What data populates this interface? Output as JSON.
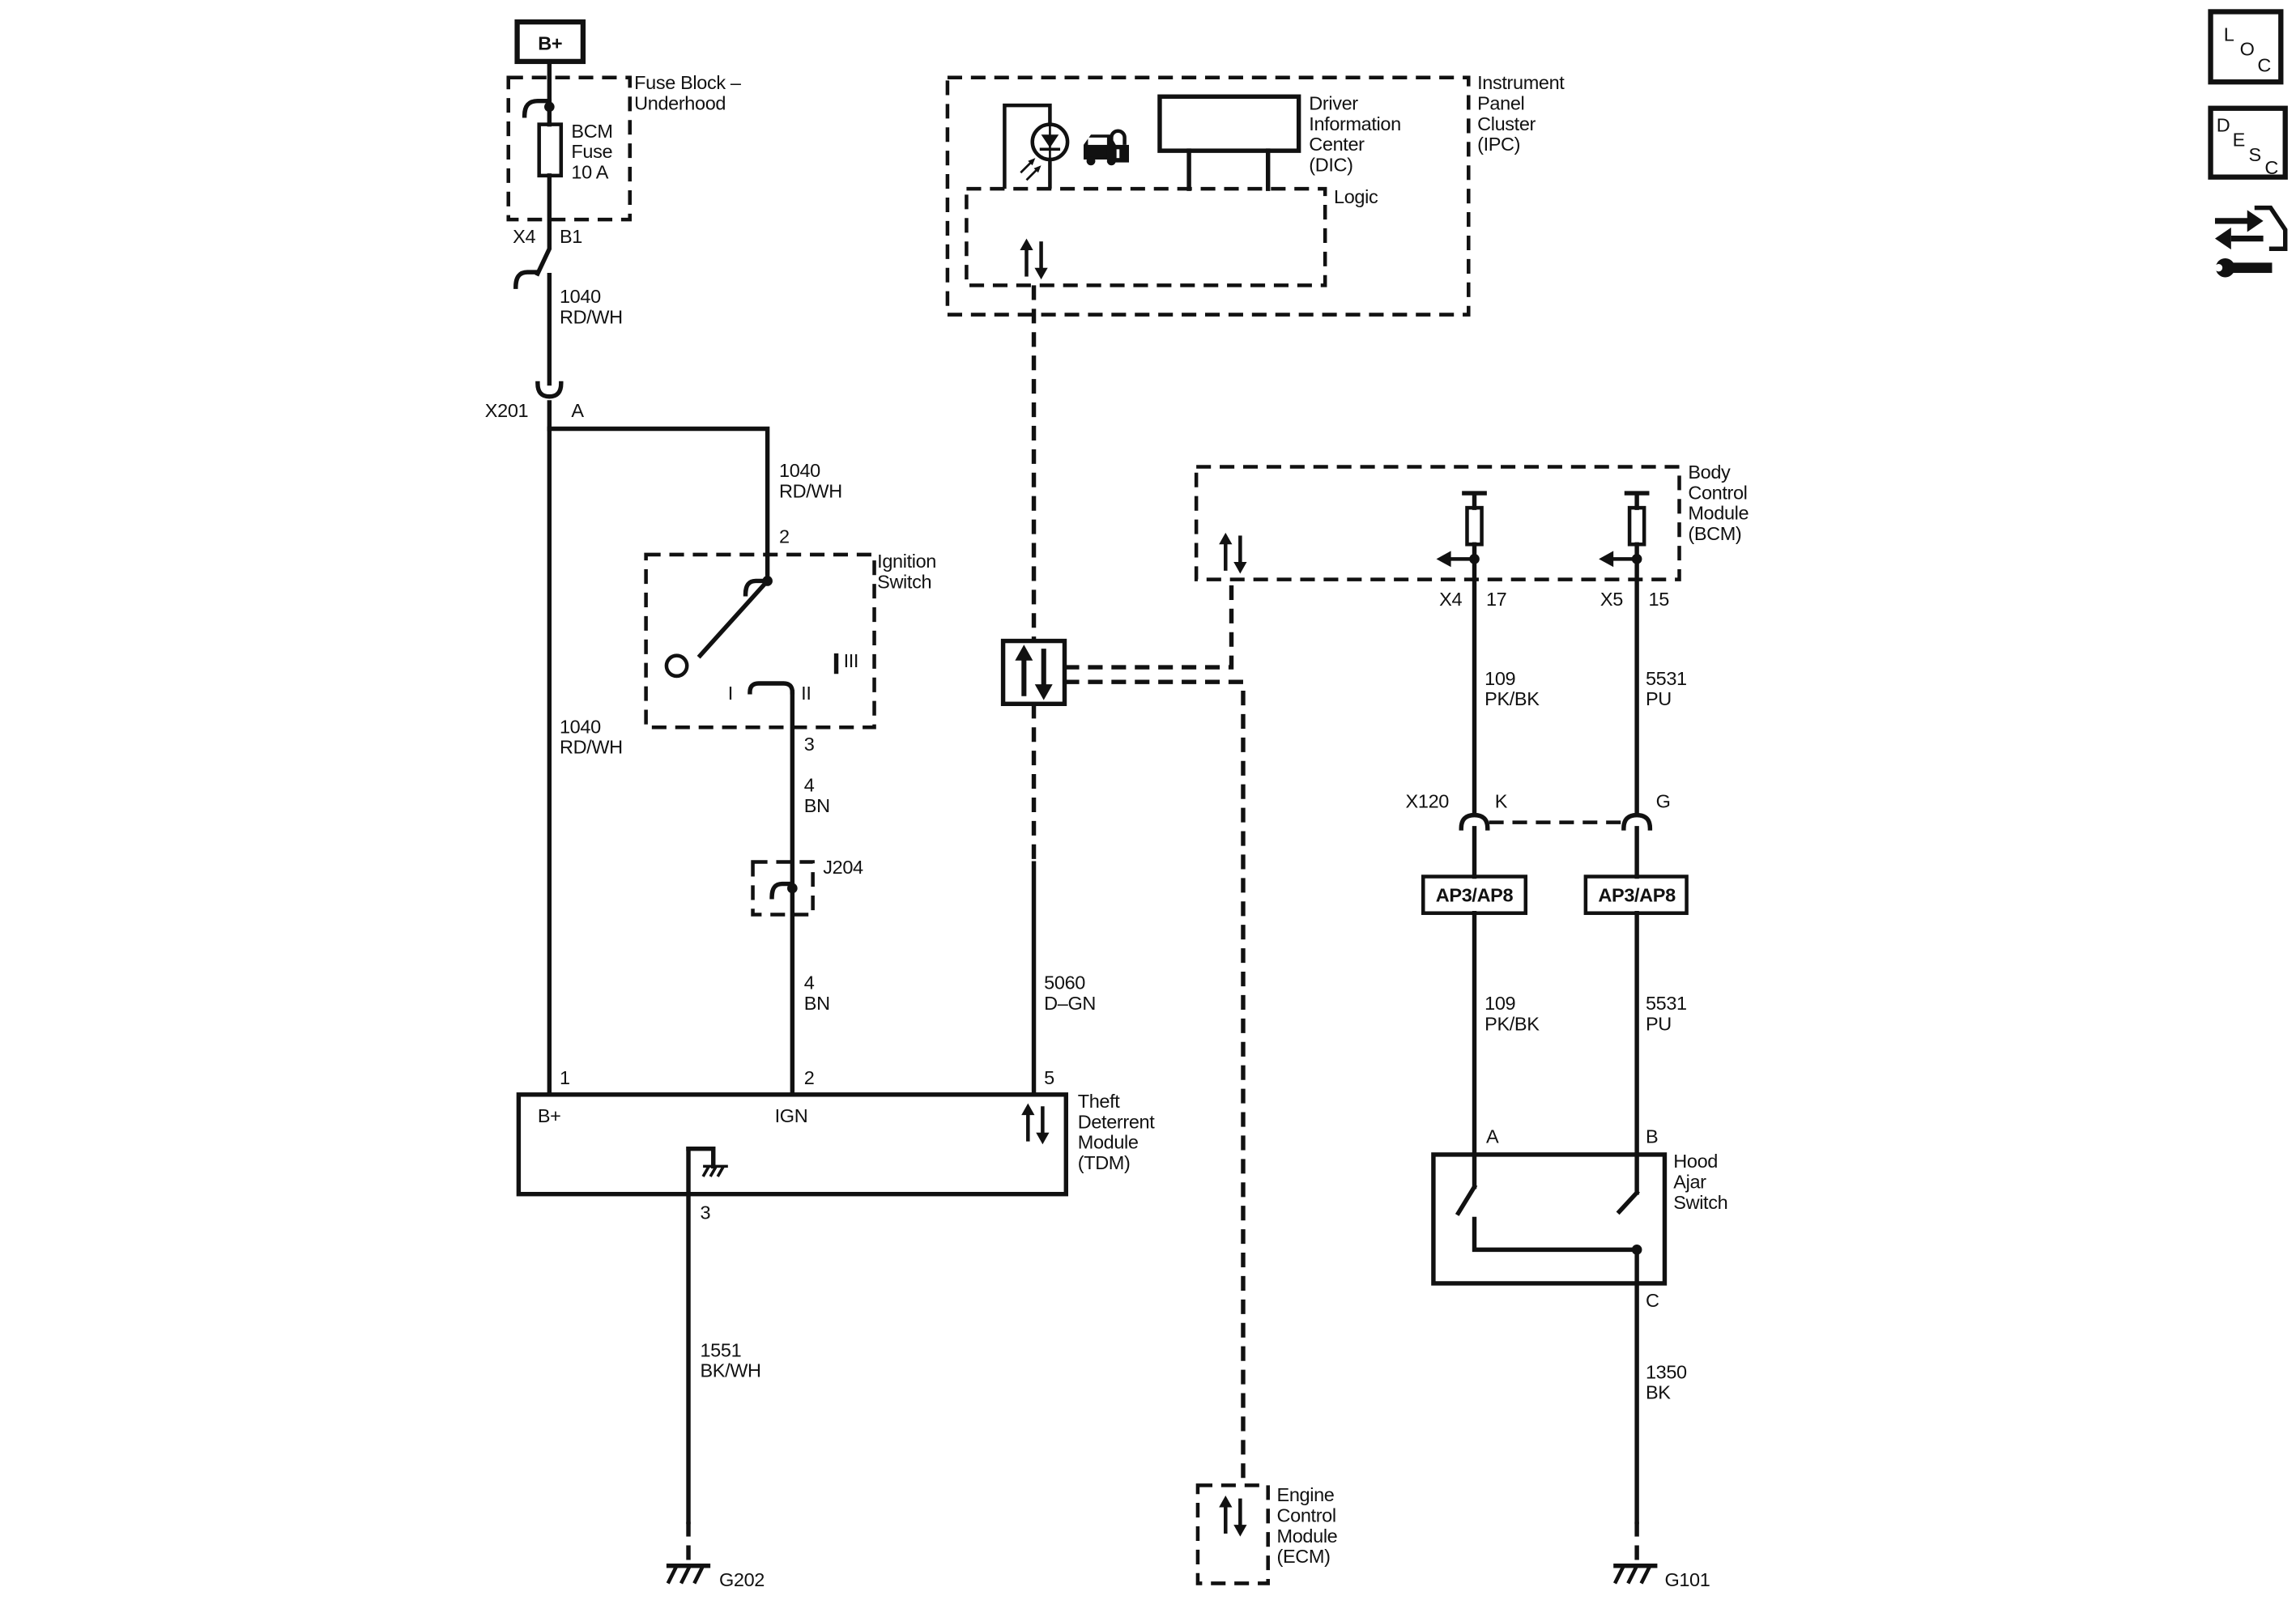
{
  "power": {
    "label": "B+"
  },
  "fuse_block": {
    "title": [
      "Fuse Block –",
      "Underhood"
    ],
    "fuse": [
      "BCM",
      "Fuse",
      "10 A"
    ]
  },
  "x4_b1": {
    "connector": "X4",
    "pin": "B1"
  },
  "x201": {
    "connector": "X201",
    "pin": "A"
  },
  "circuits": {
    "c1040_upper": {
      "number": "1040",
      "color": "RD/WH"
    },
    "c1040_branch": {
      "number": "1040",
      "color": "RD/WH"
    },
    "c1040_lower": {
      "number": "1040",
      "color": "RD/WH"
    },
    "c4_upper": {
      "number": "4",
      "color": "BN"
    },
    "c4_lower": {
      "number": "4",
      "color": "BN"
    },
    "c5060": {
      "number": "5060",
      "color": "D–GN"
    },
    "c1551": {
      "number": "1551",
      "color": "BK/WH"
    },
    "c109_upper": {
      "number": "109",
      "color": "PK/BK"
    },
    "c109_lower": {
      "number": "109",
      "color": "PK/BK"
    },
    "c5531_upper": {
      "number": "5531",
      "color": "PU"
    },
    "c5531_lower": {
      "number": "5531",
      "color": "PU"
    },
    "c1350": {
      "number": "1350",
      "color": "BK"
    }
  },
  "ignition_switch": {
    "name": [
      "Ignition",
      "Switch"
    ],
    "pin_in": "2",
    "pin_out": "3",
    "positions": [
      "I",
      "II",
      "III"
    ]
  },
  "j204": {
    "label": "J204"
  },
  "tdm": {
    "pins": {
      "b_plus": "1",
      "ign": "2",
      "serial": "5",
      "ground": "3"
    },
    "terminals": {
      "b_plus": "B+",
      "ign": "IGN"
    },
    "name": [
      "Theft",
      "Deterrent",
      "Module",
      "(TDM)"
    ]
  },
  "grounds": {
    "g202": "G202",
    "g101": "G101"
  },
  "ipc": {
    "name": [
      "Instrument",
      "Panel",
      "Cluster",
      "(IPC)"
    ],
    "dic": [
      "Driver",
      "Information",
      "Center",
      "(DIC)"
    ],
    "logic": "Logic"
  },
  "bcm": {
    "name": [
      "Body",
      "Control",
      "Module",
      "(BCM)"
    ],
    "x4": {
      "connector": "X4",
      "pin": "17"
    },
    "x5": {
      "connector": "X5",
      "pin": "15"
    }
  },
  "x120": {
    "connector": "X120",
    "pin_k": "K",
    "pin_g": "G"
  },
  "splices": [
    "AP3/AP8",
    "AP3/AP8"
  ],
  "hood_switch": {
    "name": [
      "Hood",
      "Ajar",
      "Switch"
    ],
    "pins": {
      "a": "A",
      "b": "B",
      "c": "C"
    }
  },
  "ecm": {
    "name": [
      "Engine",
      "Control",
      "Module",
      "(ECM)"
    ]
  },
  "nav_icons": {
    "loc": [
      "L",
      "O",
      "C"
    ],
    "desc": [
      "D",
      "E",
      "S",
      "C"
    ]
  },
  "icons": {
    "location": "location-icon",
    "description": "description-icon",
    "diagnostic": "diagnostic-info-icon",
    "indicator_lamp": "indicator-lamp-icon",
    "security": "security-car-lock-icon",
    "serial_data": "serial-data-icon",
    "ground": "ground-icon"
  }
}
